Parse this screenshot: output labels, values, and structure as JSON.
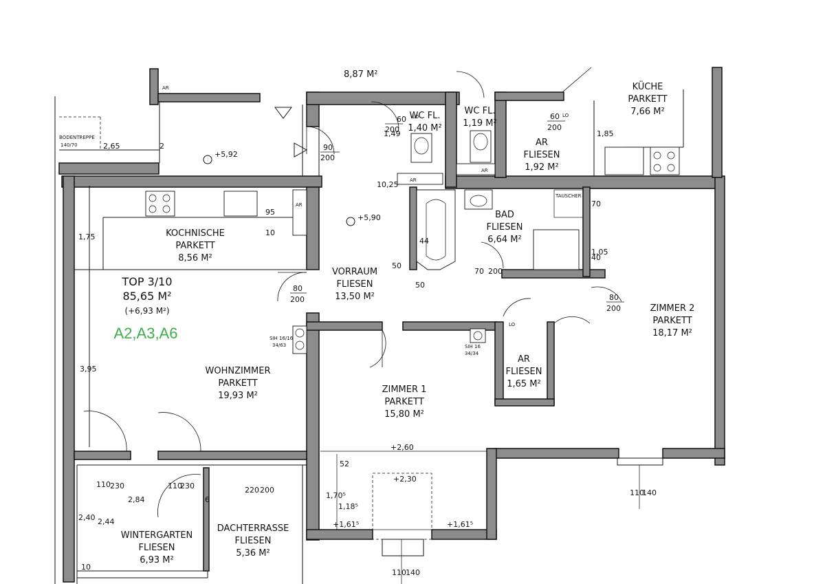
{
  "rooms": {
    "top": {
      "line1": "TOP 3/10",
      "line2": "85,65 M²",
      "line3": "(+6,93 M²)"
    },
    "apartments": "A2,A3,A6",
    "kochnische": {
      "name": "KOCHNISCHE",
      "floor": "PARKETT",
      "area": "8,56 M²"
    },
    "wohnzimmer": {
      "name": "WOHNZIMMER",
      "floor": "PARKETT",
      "area": "19,93 M²"
    },
    "vorraum": {
      "name": "VORRAUM",
      "floor": "FLIESEN",
      "area": "13,50 M²"
    },
    "wc1": {
      "name": "WC FL.",
      "area": "1,40 M²"
    },
    "wc2": {
      "name": "WC FL.",
      "area": "1,19 M²"
    },
    "ar1": {
      "name": "AR",
      "floor": "FLIESEN",
      "area": "1,92 M²"
    },
    "kueche": {
      "name": "KÜCHE",
      "floor": "PARKETT",
      "area": "7,66 M²"
    },
    "bad": {
      "name": "BAD",
      "floor": "FLIESEN",
      "area": "6,64 M²"
    },
    "zimmer2": {
      "name": "ZIMMER 2",
      "floor": "PARKETT",
      "area": "18,17 M²"
    },
    "zimmer1": {
      "name": "ZIMMER 1",
      "floor": "PARKETT",
      "area": "15,80 M²"
    },
    "ar2": {
      "name": "AR",
      "floor": "FLIESEN",
      "area": "1,65 M²"
    },
    "wintergarten": {
      "name": "WINTERGARTEN",
      "floor": "FLIESEN",
      "area": "6,93 M²"
    },
    "dachterrasse": {
      "name": "DACHTERRASSE",
      "floor": "FLIESEN",
      "area": "5,36 M²"
    },
    "stairs": {
      "area": "8,87 M²"
    }
  },
  "labels": {
    "bodentreppe": "BODENTREPPE",
    "bodentreppe_size": "140/70",
    "tauscher": "TAUSCHER",
    "sih1": "SIH 16/16",
    "sih1b": "34/63",
    "sih2": "SIH 16",
    "sih2b": "34/34",
    "ar": "AR",
    "lo": "LO"
  },
  "dimensions": {
    "d_90": "90",
    "d_200": "200",
    "d_60": "60",
    "d_80": "80",
    "d_70": "70",
    "d_50": "50",
    "d_44": "44",
    "d_10": "10",
    "d_95": "95",
    "d_40": "40",
    "d_110": "110",
    "d_140": "140",
    "d_220": "220",
    "d_230": "230",
    "d_52": "52",
    "d_6": "6",
    "d_2": "2",
    "d_1025": "10,25",
    "d_105": "1,05",
    "lvl_592": "+5,92",
    "lvl_590": "+5,90",
    "d_175": "1,75",
    "d_395": "3,95",
    "d_185": "1,85",
    "d_265": "2,65",
    "d_284": "2,84",
    "d_240": "2,40",
    "d_244": "2,44",
    "d_149": "1,49",
    "d_170": "1,70⁵",
    "d_118": "1,18⁵",
    "lvl_260": "+2,60",
    "lvl_230": "+2,30",
    "lvl_161a": "+1,61⁵",
    "lvl_161b": "+1,61⁵"
  }
}
